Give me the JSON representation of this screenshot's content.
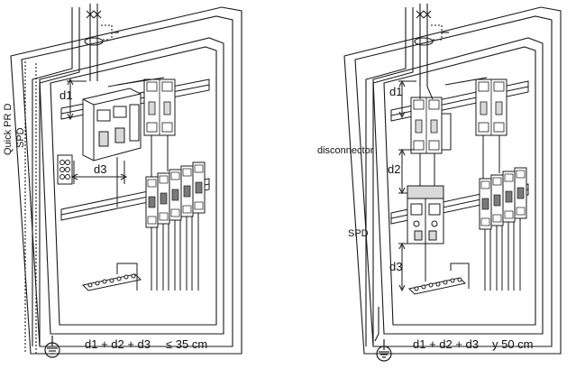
{
  "left_panel": {
    "label_d1": "d1",
    "label_d3": "d3",
    "side_label_line1": "Quick PR  D",
    "side_label_line2": "SPD",
    "formula": "d1 + d2 + d3",
    "constraint": "≤ 35 cm"
  },
  "right_panel": {
    "label_d1": "d1",
    "label_d2": "d2",
    "label_d3": "d3",
    "disconnector_label": "disconnector",
    "spd_label": "SPD",
    "formula": "d1 + d2 + d3",
    "constraint": "y 50 cm"
  },
  "colors": {
    "line": "#1a1a1a",
    "fill": "#ffffff",
    "shade": "#d9d9d9",
    "dark": "#7a7a7a"
  },
  "icons": [
    "earth-ground-icon",
    "double-pole-switch-icon"
  ]
}
